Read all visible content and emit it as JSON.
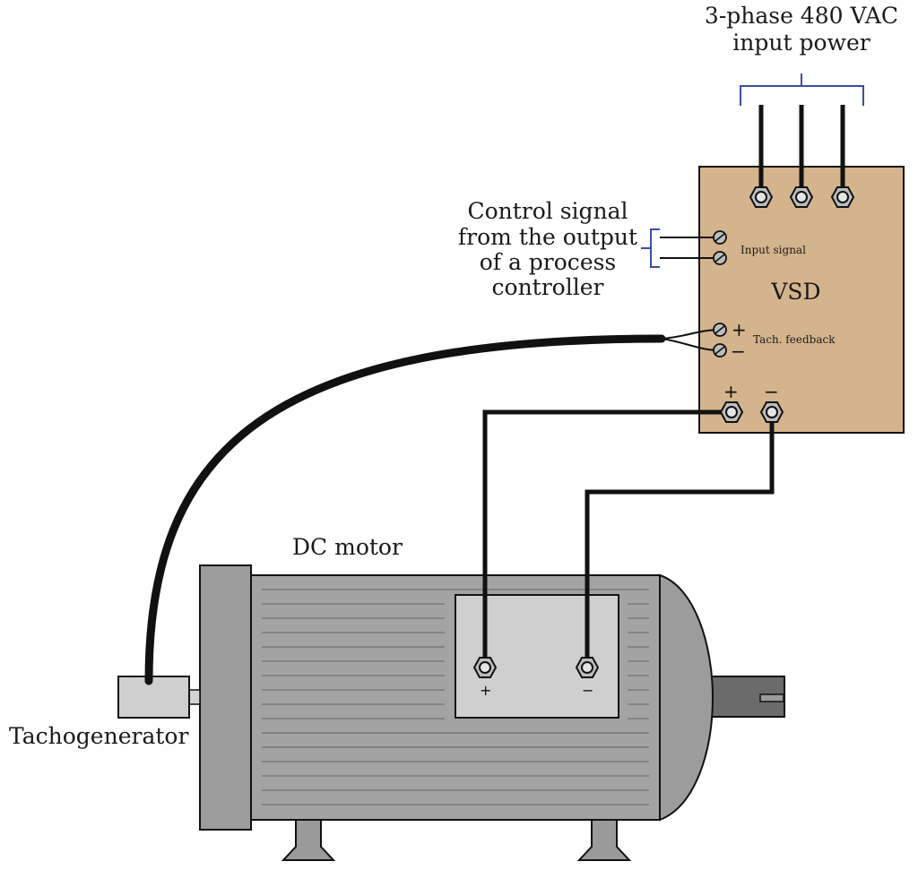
{
  "labels": {
    "power_line1": "3-phase 480 VAC",
    "power_line2": "input power",
    "control_line1": "Control signal",
    "control_line2": "from the output",
    "control_line3": "of a process",
    "control_line4": "controller",
    "input_signal": "Input signal",
    "vsd": "VSD",
    "tach_feedback": "Tach. feedback",
    "dc_motor": "DC motor",
    "tachogenerator": "Tachogenerator"
  },
  "polarity": {
    "plus": "+",
    "minus": "−"
  },
  "colors": {
    "vsd_fill": "#d4b48c",
    "bracket": "#3a4f9c",
    "motor_body": "#a3a3a3",
    "terminal_box": "#cfcfcf",
    "shaft": "#6b6b6b"
  }
}
